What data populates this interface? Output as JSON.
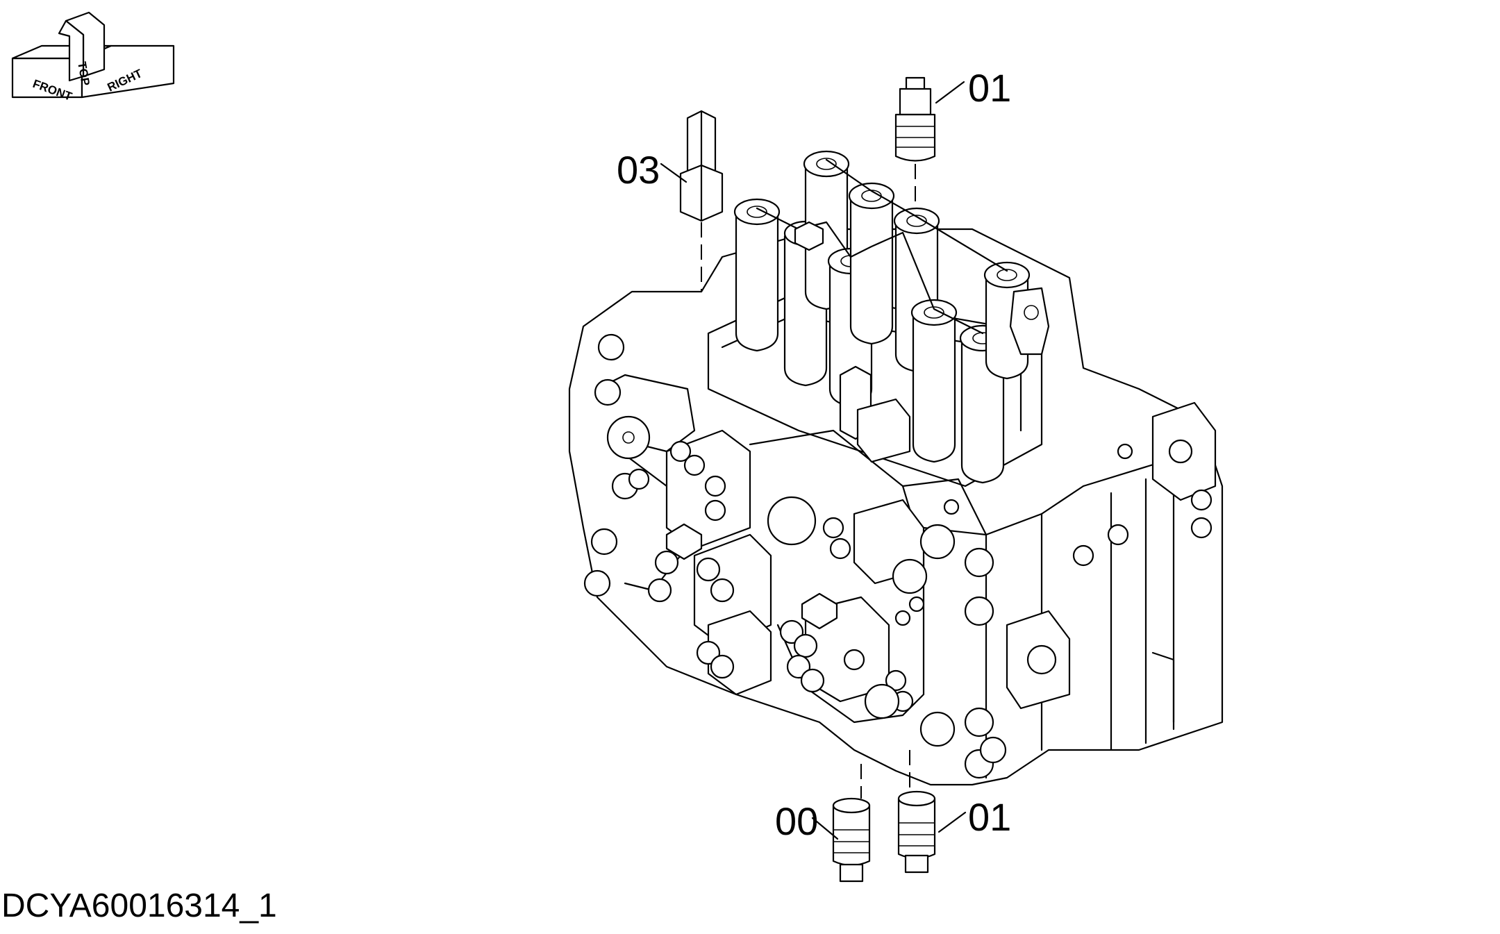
{
  "diagram": {
    "document_id": "DCYA60016314_1",
    "orientation_labels": {
      "top": "TOP",
      "front": "FRONT",
      "right": "RIGHT"
    },
    "callouts": [
      {
        "id": "callout-01-top",
        "label": "01"
      },
      {
        "id": "callout-03",
        "label": "03"
      },
      {
        "id": "callout-00",
        "label": "00"
      },
      {
        "id": "callout-01-bottom",
        "label": "01"
      }
    ]
  }
}
